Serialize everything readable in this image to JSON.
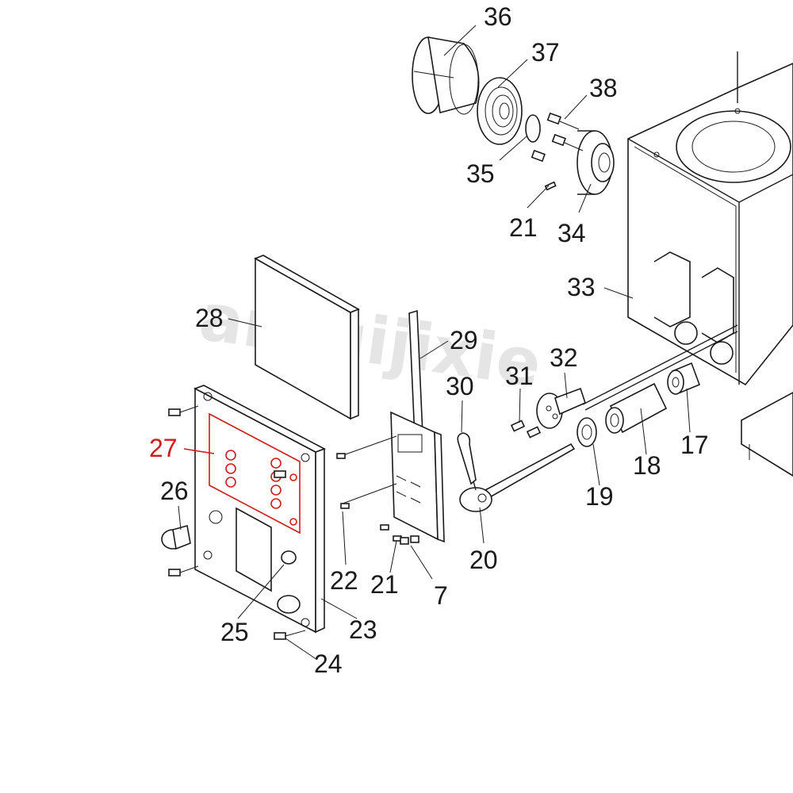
{
  "watermark": "anruijixie",
  "highlight_color": "#d11a1a",
  "callouts": {
    "c36": "36",
    "c37": "37",
    "c38": "38",
    "c35": "35",
    "c21a": "21",
    "c34": "34",
    "c33": "33",
    "c28": "28",
    "c29": "29",
    "c32": "32",
    "c31": "31",
    "c30": "30",
    "c27": "27",
    "c26": "26",
    "c17": "17",
    "c18": "18",
    "c19": "19",
    "c20": "20",
    "c22": "22",
    "c21b": "21",
    "c7": "7",
    "c25": "25",
    "c23": "23",
    "c24": "24"
  }
}
